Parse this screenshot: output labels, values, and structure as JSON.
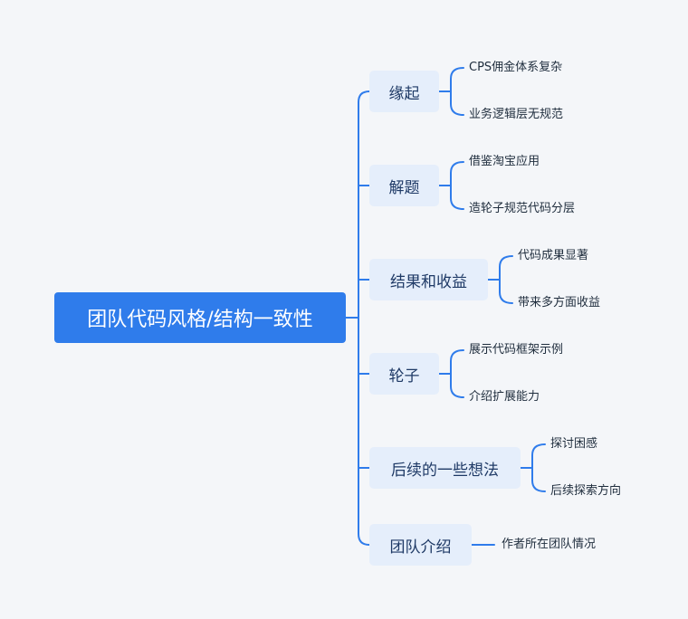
{
  "mindmap": {
    "root": "团队代码风格/结构一致性",
    "branches": [
      {
        "label": "缘起",
        "children": [
          "CPS佣金体系复杂",
          "业务逻辑层无规范"
        ]
      },
      {
        "label": "解题",
        "children": [
          "借鉴淘宝应用",
          "造轮子规范代码分层"
        ]
      },
      {
        "label": "结果和收益",
        "children": [
          "代码成果显著",
          "带来多方面收益"
        ]
      },
      {
        "label": "轮子",
        "children": [
          "展示代码框架示例",
          "介绍扩展能力"
        ]
      },
      {
        "label": "后续的一些想法",
        "children": [
          "探讨困感",
          "后续探索方向"
        ]
      },
      {
        "label": "团队介绍",
        "children": [
          "作者所在团队情况"
        ]
      }
    ]
  },
  "colors": {
    "background": "#F4F6F9",
    "root_fill": "#2F7CEB",
    "branch_fill": "#E5EEFB",
    "connector": "#2F7CEB"
  }
}
